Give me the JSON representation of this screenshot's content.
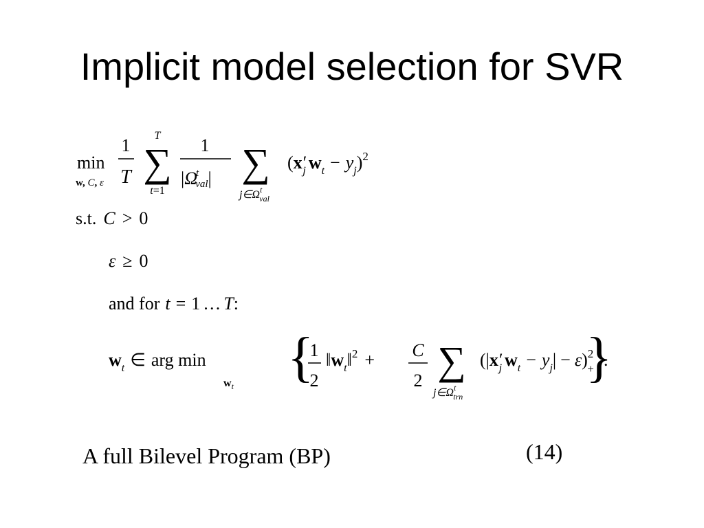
{
  "slide": {
    "title": "Implicit model selection for SVR",
    "caption": "A full Bilevel Program (BP)",
    "equation_number": "(14)"
  },
  "formula": {
    "objective": {
      "operator": "min",
      "operator_subscript": "w, C, ε",
      "frac1_num": "1",
      "frac1_den": "T",
      "sum1_upper": "T",
      "sum1_lower": "t=1",
      "frac2_num": "1",
      "frac2_den": "|Ω^t_val|",
      "sum2_lower": "j∈Ω^t_val",
      "summand": "(x'_j w_t − y_j)^2"
    },
    "constraints": [
      {
        "label": "s.t.",
        "expression": "C > 0"
      },
      {
        "expression": "ε ≥ 0"
      },
      {
        "expression": "and for t = 1 … T:"
      },
      {
        "expression": "w_t ∈ arg min_{w_t} { 1/2 ‖w_t‖^2 + C/2 Σ_{j∈Ω^t_trn} (|x'_j w_t − y_j| − ε)^2_+ }."
      }
    ]
  }
}
